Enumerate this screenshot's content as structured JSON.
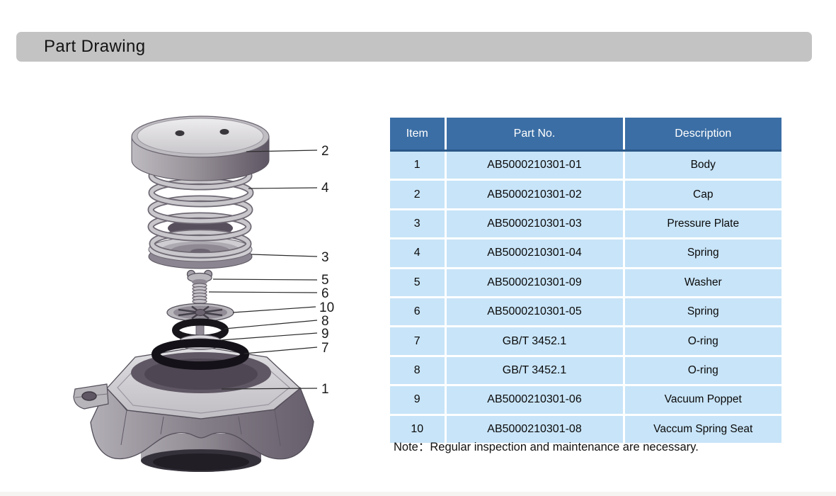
{
  "page": {
    "title": "Part Drawing"
  },
  "table": {
    "headers": {
      "item": "Item",
      "part_no": "Part No.",
      "description": "Description"
    },
    "rows": [
      {
        "item": "1",
        "part_no": "AB5000210301-01",
        "description": "Body"
      },
      {
        "item": "2",
        "part_no": "AB5000210301-02",
        "description": "Cap"
      },
      {
        "item": "3",
        "part_no": "AB5000210301-03",
        "description": "Pressure Plate"
      },
      {
        "item": "4",
        "part_no": "AB5000210301-04",
        "description": "Spring"
      },
      {
        "item": "5",
        "part_no": "AB5000210301-09",
        "description": "Washer"
      },
      {
        "item": "6",
        "part_no": "AB5000210301-05",
        "description": "Spring"
      },
      {
        "item": "7",
        "part_no": "GB/T 3452.1",
        "description": "O-ring"
      },
      {
        "item": "8",
        "part_no": "GB/T 3452.1",
        "description": "O-ring"
      },
      {
        "item": "9",
        "part_no": "AB5000210301-06",
        "description": "Vacuum Poppet"
      },
      {
        "item": "10",
        "part_no": "AB5000210301-08",
        "description": "Vaccum Spring Seat"
      }
    ]
  },
  "note": {
    "text": "Note：Regular inspection and maintenance are necessary."
  },
  "drawing": {
    "callouts": [
      {
        "label": "2"
      },
      {
        "label": "4"
      },
      {
        "label": "3"
      },
      {
        "label": "5"
      },
      {
        "label": "6"
      },
      {
        "label": "10"
      },
      {
        "label": "8"
      },
      {
        "label": "9"
      },
      {
        "label": "7"
      },
      {
        "label": "1"
      }
    ]
  },
  "colors": {
    "title_bar_bg": "#C3C3C3",
    "table_header_bg": "#3B6EA5",
    "table_header_text": "#FFFFFF",
    "table_header_border": "#2A5888",
    "table_row_bg": "#C8E4F8"
  }
}
